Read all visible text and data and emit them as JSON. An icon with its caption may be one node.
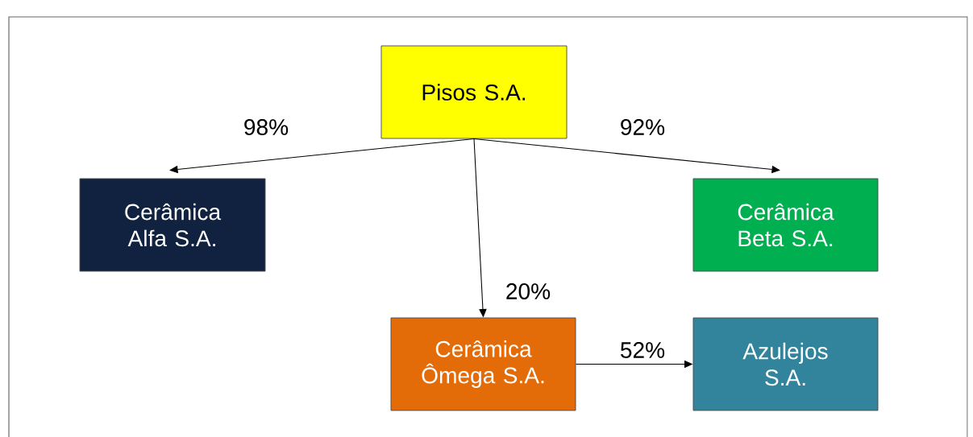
{
  "diagram": {
    "nodes": [
      {
        "text": [
          "Pisos S.A."
        ]
      },
      {
        "text": [
          "Cerâmica Alfa S.A."
        ]
      },
      {
        "text": [
          "Cerâmica Beta S.A."
        ]
      },
      {
        "text": [
          "Cerâmica Ômega S.A."
        ]
      },
      {
        "text": [
          "Azulejos S.A."
        ]
      }
    ],
    "edges": [
      {
        "from": 0,
        "to": 1,
        "arrow": "to",
        "label": "98%"
      },
      {
        "from": 0,
        "to": 2,
        "arrow": "to",
        "label": "92%"
      },
      {
        "from": 0,
        "to": 3,
        "arrow": "to",
        "label": "20%"
      },
      {
        "from": 3,
        "to": 4,
        "arrow": "to",
        "label": "52%"
      }
    ]
  }
}
